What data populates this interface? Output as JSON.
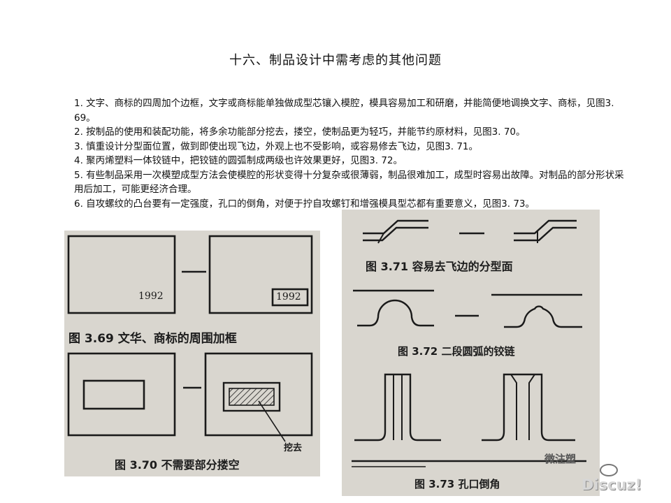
{
  "title": "十六、制品设计中需考虑的其他问题",
  "paragraphs": [
    "1. 文字、商标的四周加个边框，文字或商标能单独做成型芯镶入模腔，模具容易加工和研磨，并能简便地调换文字、商标，见图3. 69。",
    "2. 按制品的使用和装配功能，将多余功能部分挖去，搂空，使制品更为轻巧，并能节约原材料，见图3. 70。",
    "3. 慎重设计分型面位置，做到即使出现飞边，外观上也不受影响，或容易修去飞边，见图3. 71。",
    "4. 聚丙烯塑料一体铰链中，把铰链的圆弧制成两级也许效果更好，见图3. 72。",
    "5. 有些制品采用一次模塑成型方法会使模腔的形状变得十分复杂或很薄弱，制品很难加工，成型时容易出故障。对制品的部分形状采用后加工，可能更经济合理。",
    "6. 自攻螺纹的凸台要有一定强度，孔口的倒角，对便于拧自攻螺钉和增强模具型芯都有重要意义，见图3. 73。"
  ],
  "figures": {
    "fig369": {
      "caption": "图 3.69  文华、商标的周围加框",
      "label_left": "1992",
      "label_right": "1992"
    },
    "fig370": {
      "caption": "图 3.70  不需要部分搂空",
      "callout": "挖去"
    },
    "fig371": {
      "caption": "图 3.71  容易去飞边的分型面"
    },
    "fig372": {
      "caption": "图 3.72  二段圆弧的铰链"
    },
    "fig373": {
      "caption": "图 3.73  孔口倒角"
    }
  },
  "watermark": {
    "line1": "微注塑",
    "line2": "Discuz!"
  }
}
